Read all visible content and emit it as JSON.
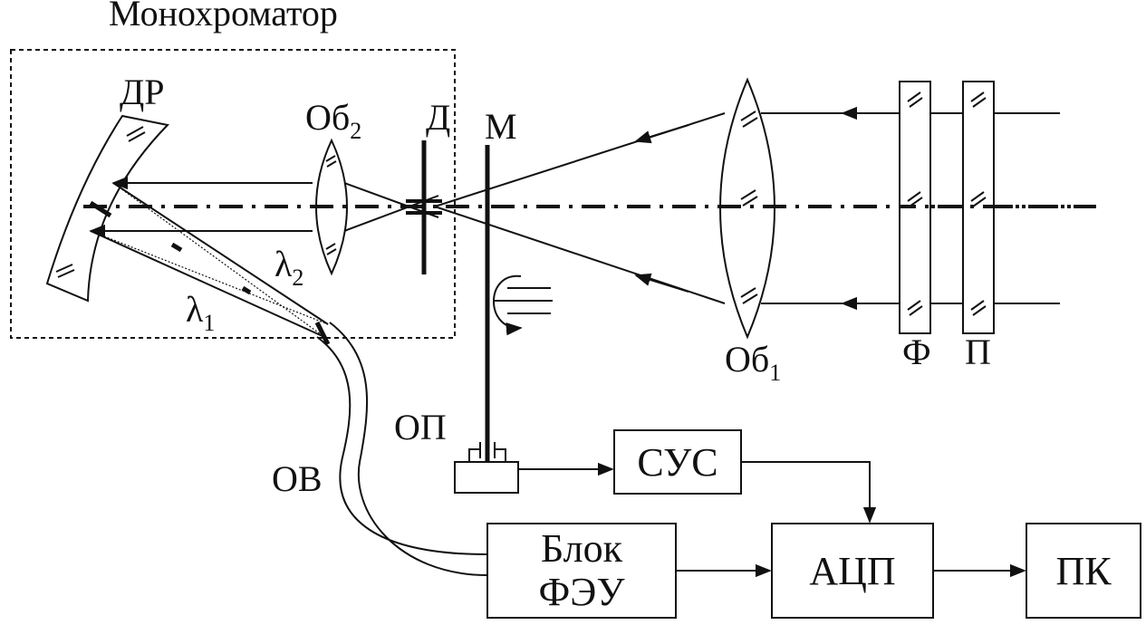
{
  "title": "Монохроматор",
  "labels": {
    "grating": "ДР",
    "lens2": "Об",
    "lens2_sub": "2",
    "diaphragm": "Д",
    "modulator": "М",
    "lens1": "Об",
    "lens1_sub": "1",
    "filter": "Ф",
    "polarizer": "П",
    "lambda1": "λ",
    "lambda1_sub": "1",
    "lambda2": "λ",
    "lambda2_sub": "2",
    "optocoupler": "ОП",
    "fiber": "ОВ"
  },
  "blocks": {
    "sus": "СУС",
    "feu_line1": "Блок",
    "feu_line2": "ФЭУ",
    "adc": "АЦП",
    "pc": "ПК"
  },
  "colors": {
    "ink": "#111111",
    "background": "#ffffff"
  }
}
